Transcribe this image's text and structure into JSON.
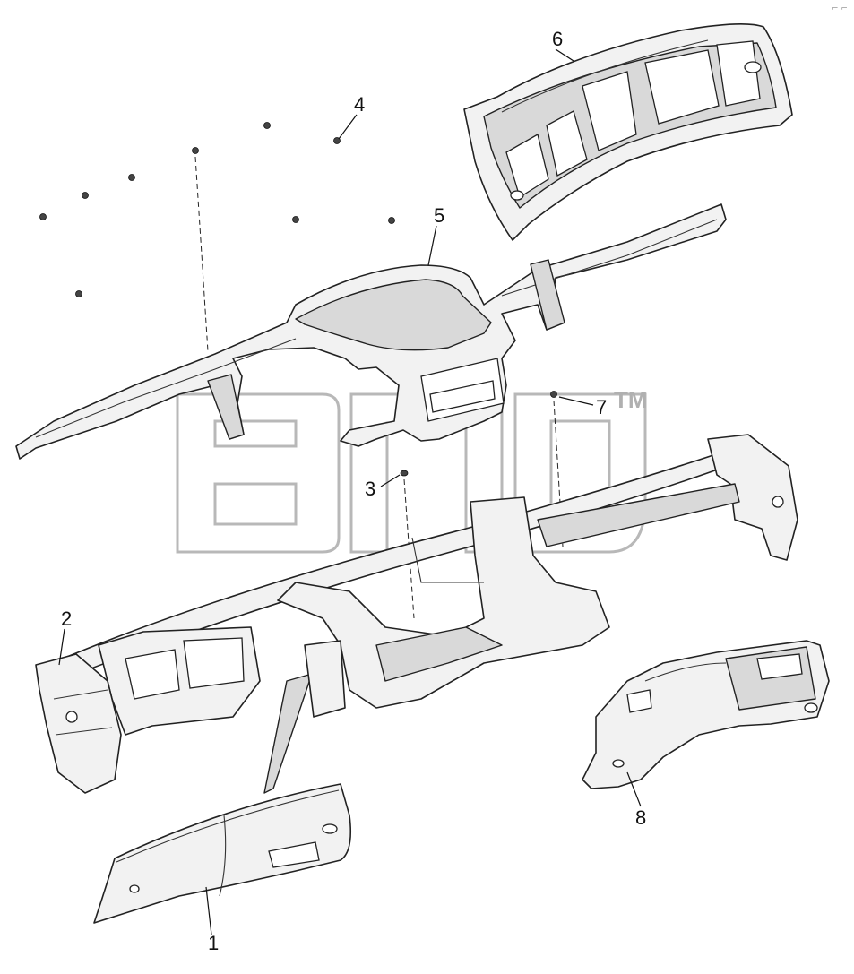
{
  "callouts": [
    "1",
    "2",
    "3",
    "4",
    "5",
    "6",
    "7",
    "8"
  ],
  "watermark": {
    "tm": "TM"
  },
  "corner_mark": "⌐ ⌐"
}
